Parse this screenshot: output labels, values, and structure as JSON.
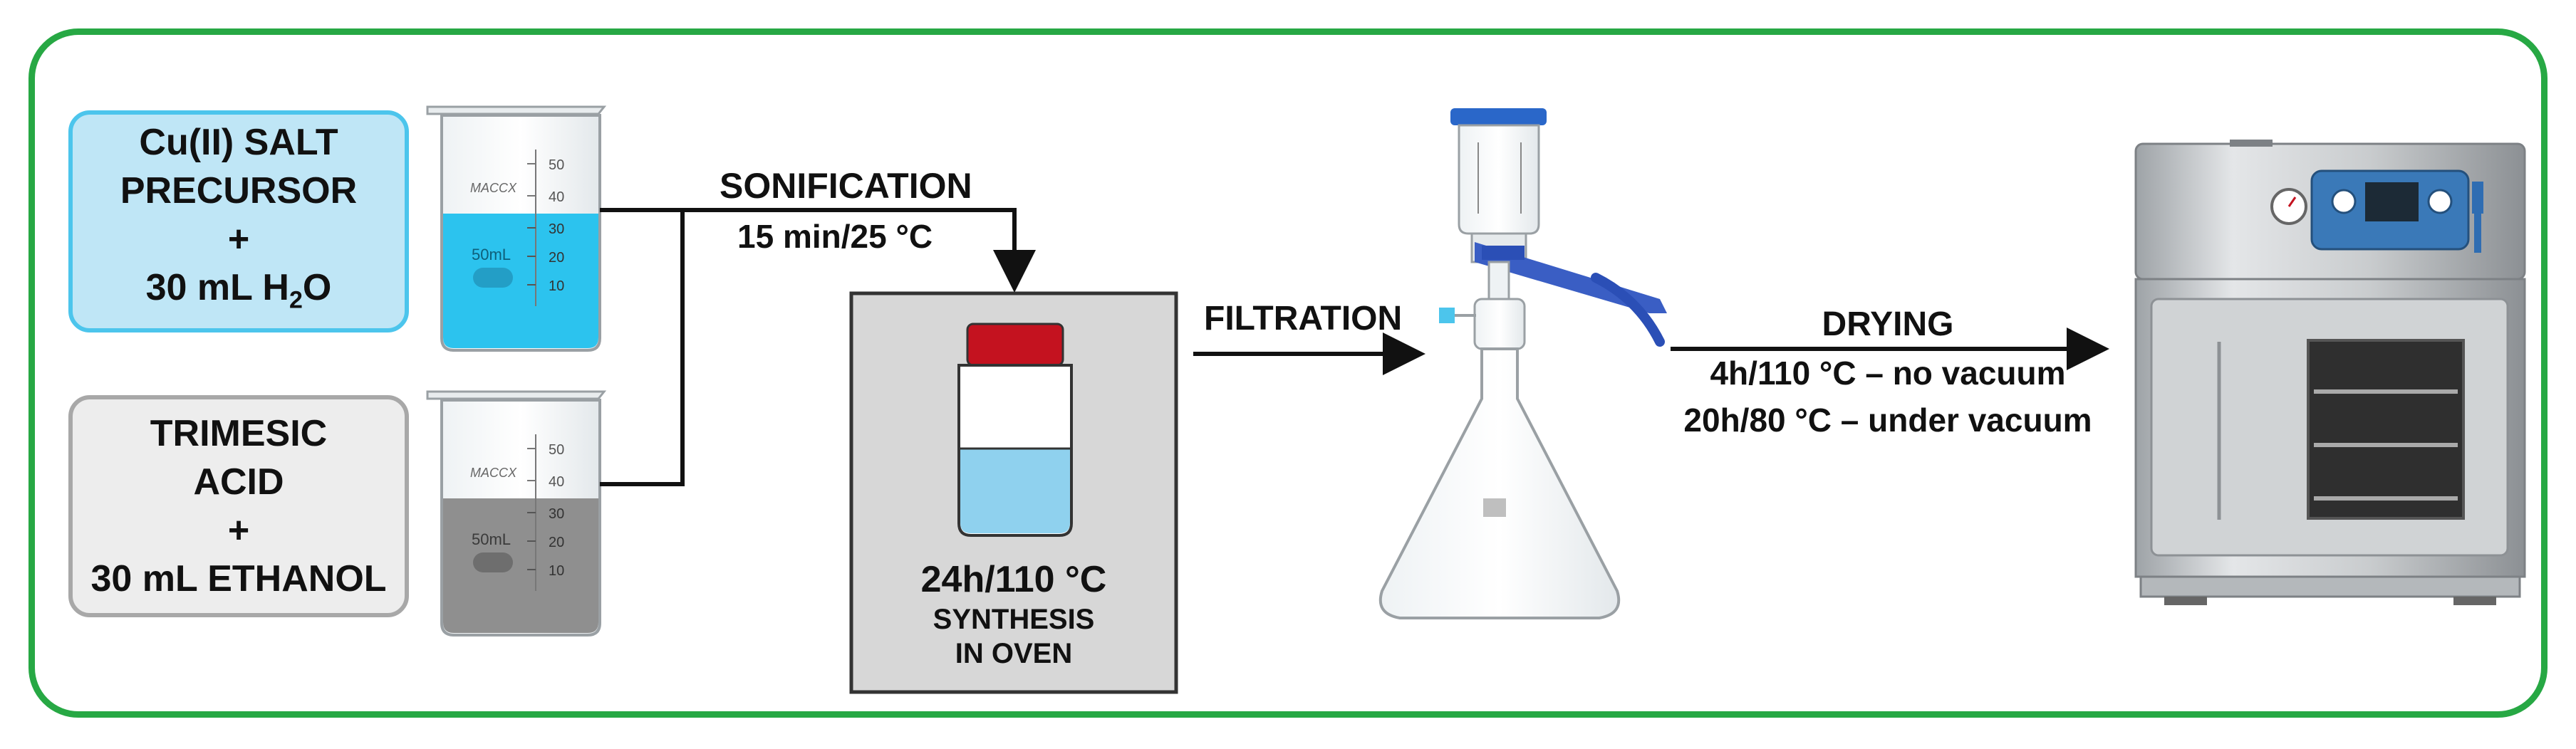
{
  "boxes": {
    "cu_salt": {
      "line1": "Cu(II) SALT",
      "line2": "PRECURSOR",
      "line3": "+",
      "line4_prefix": "30 mL H",
      "line4_sub": "2",
      "line4_suffix": "O"
    },
    "trimesic": {
      "line1": "TRIMESIC",
      "line2": "ACID",
      "line3": "+",
      "line4": "30 mL ETHANOL"
    }
  },
  "beakers": {
    "mark_50": "50",
    "mark_40": "40",
    "mark_30": "30",
    "mark_20": "20",
    "mark_10": "10",
    "volume": "50mL",
    "brand": "MACCX"
  },
  "steps": {
    "sonification": {
      "title": "SONIFICATION",
      "conditions": "15 min/25 °C"
    },
    "synthesis": {
      "conditions": "24h/110 °C",
      "line1": "SYNTHESIS",
      "line2": "IN OVEN"
    },
    "filtration": {
      "title": "FILTRATION"
    },
    "drying": {
      "title": "DRYING",
      "condition1": "4h/110 °C – no vacuum",
      "condition2": "20h/80 °C – under vacuum"
    }
  },
  "colors": {
    "frame": "#27a844",
    "cu_fill": "#bfe6f6",
    "cu_border": "#4cc5ec",
    "blue_liquid": "#2cc3ee",
    "gray_liquid": "#8f8f8f",
    "cap": "#c4121f",
    "bottle_liquid": "#8fd1ee",
    "oven_box": "#d7d7d7"
  },
  "icons": [
    "beaker-icon",
    "bottle-icon",
    "filtration-flask-icon",
    "vacuum-oven-icon"
  ]
}
